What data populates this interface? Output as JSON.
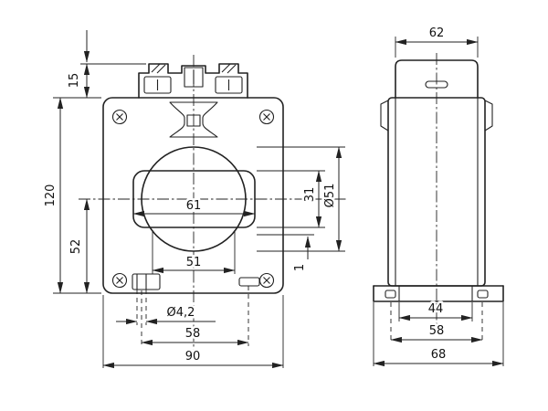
{
  "drawing": {
    "background": "#ffffff",
    "line_color": "#222222",
    "front": {
      "terminal_height": "15",
      "overall_height": "120",
      "center_to_base": "52",
      "window_width": "61",
      "window_inner_width": "51",
      "window_height": "31",
      "bore_diameter": "Ø51",
      "plate_step": "1",
      "slot_diameter": "Ø4,2",
      "slot_spacing": "58",
      "overall_width": "90"
    },
    "side": {
      "top_width": "62",
      "foot_inner_spacing": "44",
      "hole_spacing": "58",
      "base_width": "68"
    }
  }
}
